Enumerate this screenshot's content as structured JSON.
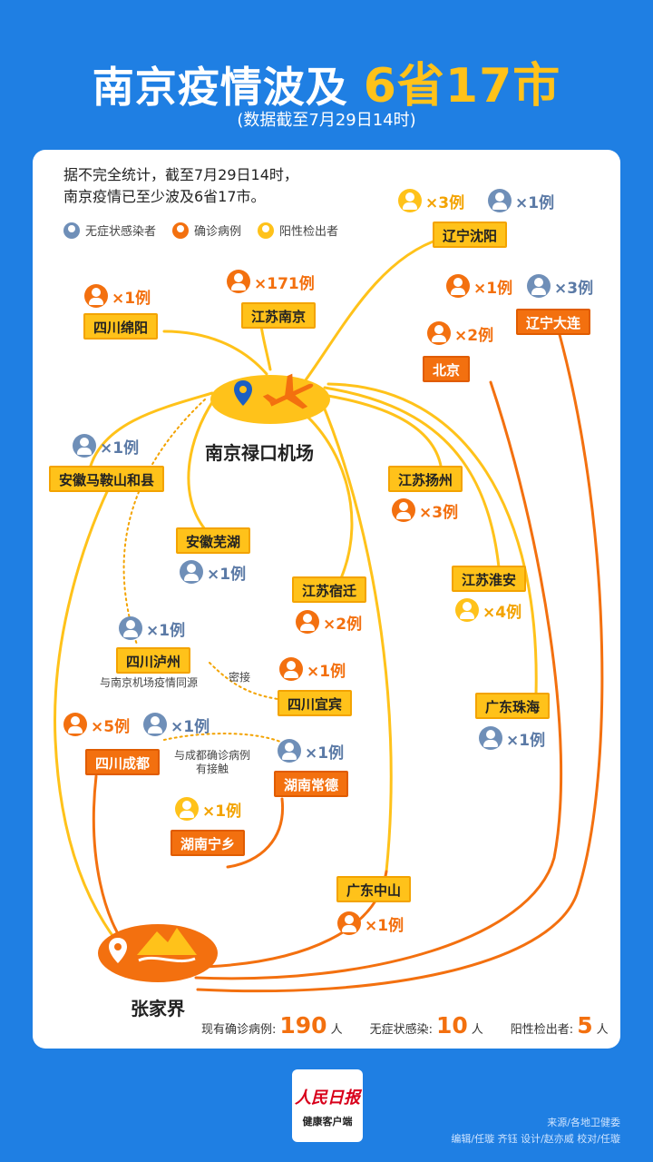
{
  "title_main": "南京疫情波及",
  "title_highlight": "6省17市",
  "subtitle": "(数据截至7月29日14时)",
  "intro": [
    "据不完全统计，截至7月29日14时，",
    "南京疫情已至少波及6省17市。"
  ],
  "legend": [
    {
      "label": "无症状感染者",
      "color": "#6f8fb8"
    },
    {
      "label": "确诊病例",
      "color": "#f3700f"
    },
    {
      "label": "阳性检出者",
      "color": "#ffc21a"
    }
  ],
  "hub": {
    "name": "南京禄口机场",
    "icons": [
      "location-pin-icon",
      "airplane-icon"
    ]
  },
  "destination": {
    "name": "张家界",
    "icons": [
      "location-pin-icon",
      "mountain-icon"
    ]
  },
  "cities": [
    {
      "id": "shenyang",
      "name": "辽宁沈阳",
      "style": "yellow"
    },
    {
      "id": "dalian",
      "name": "辽宁大连",
      "style": "orange"
    },
    {
      "id": "beijing",
      "name": "北京",
      "style": "orange"
    },
    {
      "id": "mianyang",
      "name": "四川绵阳",
      "style": "yellow"
    },
    {
      "id": "nanjing",
      "name": "江苏南京",
      "style": "yellow"
    },
    {
      "id": "maanshan",
      "name": "安徽马鞍山和县",
      "style": "yellow"
    },
    {
      "id": "yangzhou",
      "name": "江苏扬州",
      "style": "yellow"
    },
    {
      "id": "wuhu",
      "name": "安徽芜湖",
      "style": "yellow"
    },
    {
      "id": "suqian",
      "name": "江苏宿迁",
      "style": "yellow"
    },
    {
      "id": "huaian",
      "name": "江苏淮安",
      "style": "yellow"
    },
    {
      "id": "luzhou",
      "name": "四川泸州",
      "style": "yellow"
    },
    {
      "id": "yibin",
      "name": "四川宜宾",
      "style": "yellow"
    },
    {
      "id": "zhuhai",
      "name": "广东珠海",
      "style": "yellow"
    },
    {
      "id": "chengdu",
      "name": "四川成都",
      "style": "orange"
    },
    {
      "id": "changde",
      "name": "湖南常德",
      "style": "orange"
    },
    {
      "id": "ningxiang",
      "name": "湖南宁乡",
      "style": "orange"
    },
    {
      "id": "zhongshan",
      "name": "广东中山",
      "style": "yellow"
    }
  ],
  "counts": [
    {
      "city": "shenyang",
      "type": "positive",
      "text": "×3例"
    },
    {
      "city": "shenyang",
      "type": "asymptomatic",
      "text": "×1例"
    },
    {
      "city": "dalian",
      "type": "confirmed",
      "text": "×1例"
    },
    {
      "city": "dalian",
      "type": "asymptomatic",
      "text": "×3例"
    },
    {
      "city": "beijing",
      "type": "confirmed",
      "text": "×2例"
    },
    {
      "city": "mianyang",
      "type": "confirmed",
      "text": "×1例"
    },
    {
      "city": "nanjing",
      "type": "confirmed",
      "text": "×171例"
    },
    {
      "city": "maanshan",
      "type": "asymptomatic",
      "text": "×1例"
    },
    {
      "city": "yangzhou",
      "type": "confirmed",
      "text": "×3例"
    },
    {
      "city": "wuhu",
      "type": "asymptomatic",
      "text": "×1例"
    },
    {
      "city": "suqian",
      "type": "confirmed",
      "text": "×2例"
    },
    {
      "city": "huaian",
      "type": "positive",
      "text": "×4例"
    },
    {
      "city": "luzhou",
      "type": "asymptomatic",
      "text": "×1例"
    },
    {
      "city": "yibin",
      "type": "confirmed",
      "text": "×1例"
    },
    {
      "city": "zhuhai",
      "type": "asymptomatic",
      "text": "×1例"
    },
    {
      "city": "chengdu",
      "type": "confirmed",
      "text": "×5例"
    },
    {
      "city": "chengdu",
      "type": "asymptomatic",
      "text": "×1例"
    },
    {
      "city": "changde",
      "type": "asymptomatic",
      "text": "×1例"
    },
    {
      "city": "ningxiang",
      "type": "positive",
      "text": "×1例"
    },
    {
      "city": "zhongshan",
      "type": "confirmed",
      "text": "×1例"
    }
  ],
  "notes": {
    "luzhou_source": "与南京机场疫情同源",
    "close_contact": "密接",
    "chengdu_contact_1": "与成都确诊病例",
    "chengdu_contact_2": "有接触"
  },
  "totals": {
    "confirmed_label": "现有确诊病例:",
    "confirmed_value": "190",
    "confirmed_unit": "人",
    "asymptomatic_label": "无症状感染:",
    "asymptomatic_value": "10",
    "asymptomatic_unit": "人",
    "positive_label": "阳性检出者:",
    "positive_value": "5",
    "positive_unit": "人"
  },
  "logo": {
    "line1": "人民日报",
    "line2": "健康客户端"
  },
  "credits": {
    "source": "来源/各地卫健委",
    "staff": "编辑/任璇 齐钰  设计/赵亦威  校对/任璇"
  },
  "colors": {
    "background": "#1f7fe3",
    "yellow": "#ffc21a",
    "orange": "#f3700f",
    "blue_gray": "#6f8fb8"
  }
}
